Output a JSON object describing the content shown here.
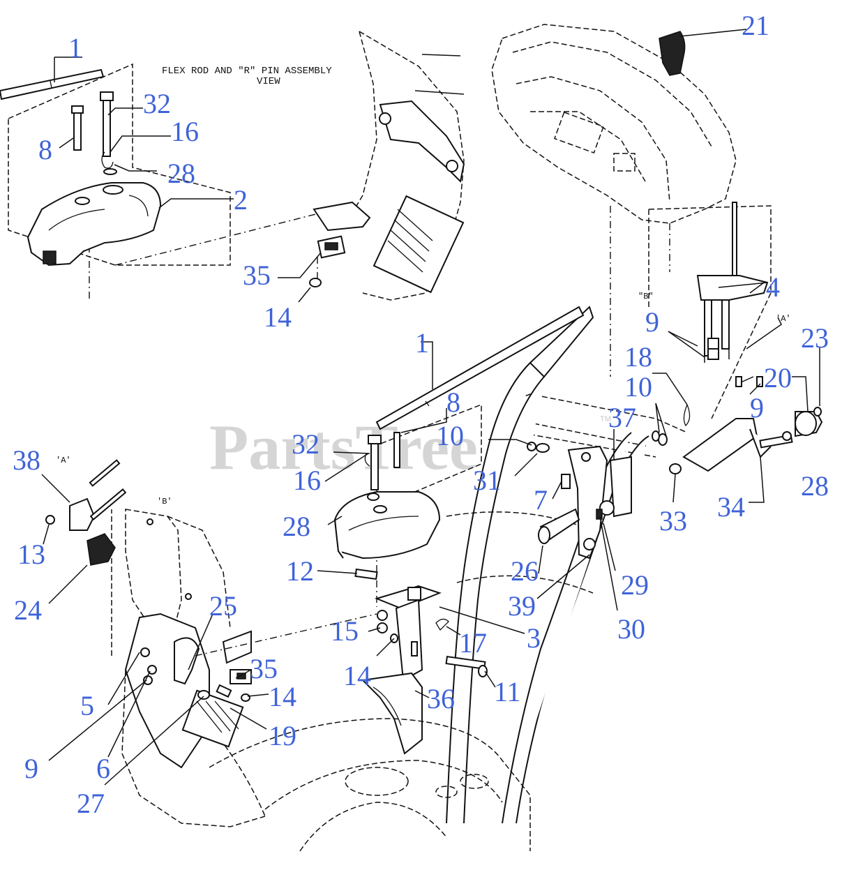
{
  "diagram": {
    "view_caption_line1": "FLEX ROD AND \"R\" PIN ASSEMBLY",
    "view_caption_line2": "VIEW",
    "watermark": "PartsTree",
    "watermark_tm": "TM",
    "cable_labels": {
      "a_top": "'A'",
      "b_top": "\"B\"",
      "a_left": "'A'",
      "b_left": "'B'"
    },
    "callouts": {
      "c1_top": "1",
      "c32_top": "32",
      "c16_top": "16",
      "c8_top": "8",
      "c28_top": "28",
      "c2": "2",
      "c35_top": "35",
      "c14_top": "14",
      "c21": "21",
      "c4": "4",
      "c9_top": "9",
      "c23": "23",
      "c1_mid": "1",
      "c18": "18",
      "c10_right": "10",
      "c20": "20",
      "c9_right": "9",
      "c8_mid": "8",
      "c37": "37",
      "c10_mid": "10",
      "c32_mid": "32",
      "c16_mid": "16",
      "c31": "31",
      "c7": "7",
      "c33": "33",
      "c28_right": "28",
      "c34": "34",
      "c38": "38",
      "c13": "13",
      "c28_mid": "28",
      "c26": "26",
      "c29": "29",
      "c12": "12",
      "c39": "39",
      "c30": "30",
      "c24": "24",
      "c25": "25",
      "c15": "15",
      "c3": "3",
      "c17": "17",
      "c35_low": "35",
      "c14_mid": "14",
      "c11": "11",
      "c5": "5",
      "c14_low": "14",
      "c36": "36",
      "c19": "19",
      "c9_low": "9",
      "c6": "6",
      "c27": "27"
    }
  }
}
